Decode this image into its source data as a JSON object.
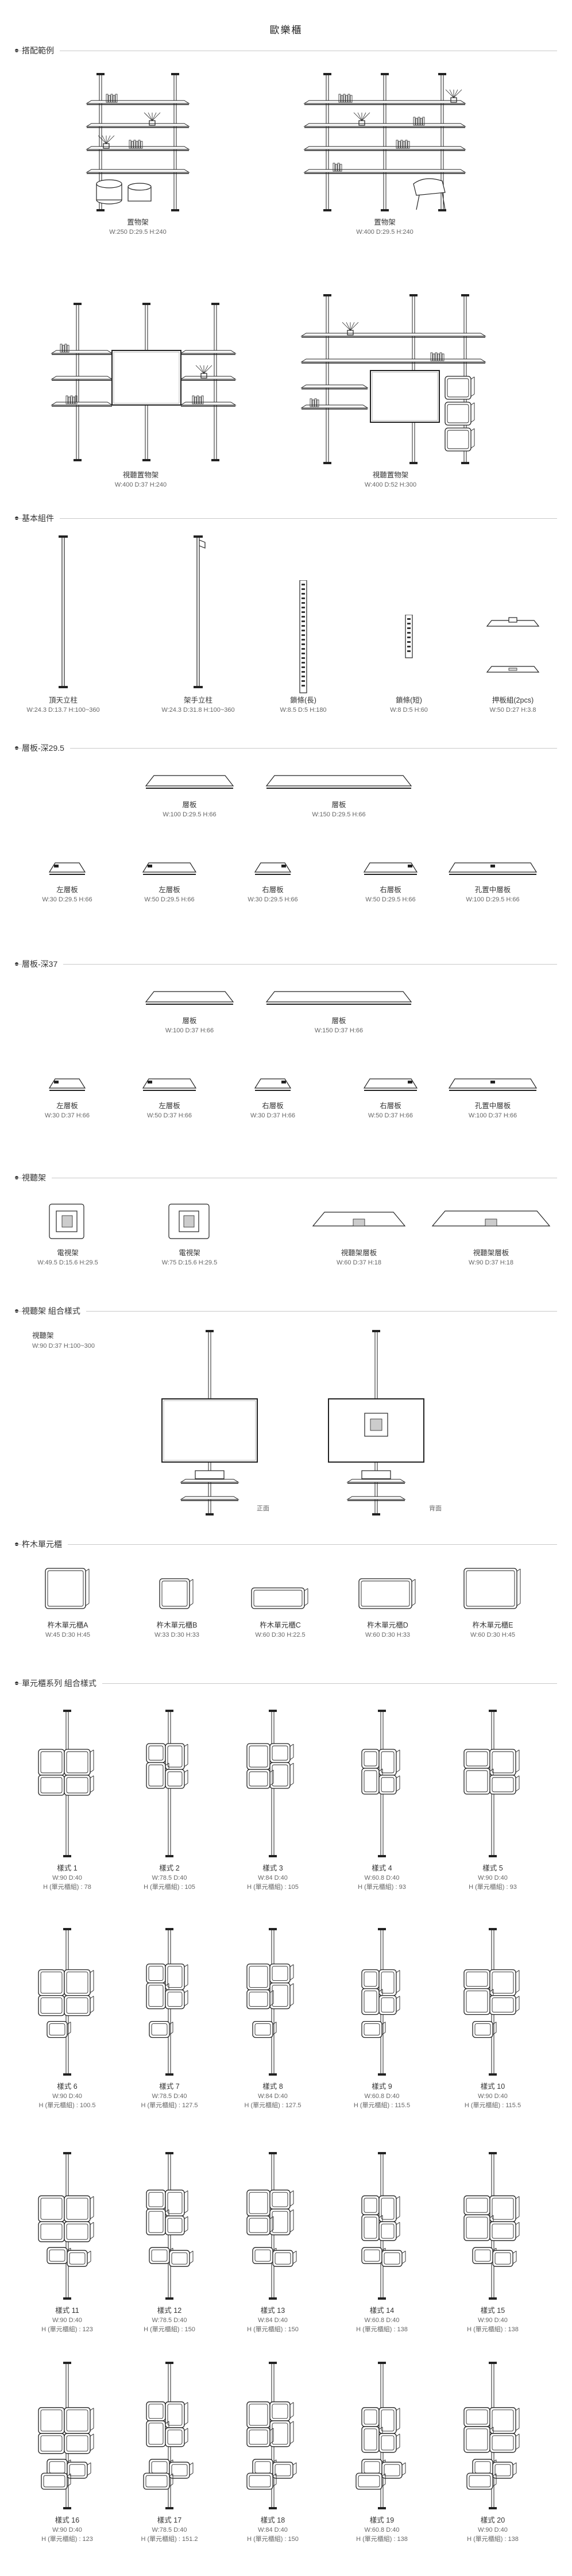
{
  "page_title": "歐樂櫃",
  "sections": {
    "combos": "搭配範例",
    "basics": "基本組件",
    "shelf295": "層板-深29.5",
    "shelf37": "層板-深37",
    "tv": "視聽架",
    "tvcombo": "視聽架  組合樣式",
    "wood": "杵木單元櫃",
    "unitseries": "單元櫃系列  組合樣式"
  },
  "combos": [
    {
      "name": "置物架",
      "dim": "W:250  D:29.5  H:240"
    },
    {
      "name": "置物架",
      "dim": "W:400  D:29.5  H:240"
    },
    {
      "name": "視聽置物架",
      "dim": "W:400  D:37  H:240"
    },
    {
      "name": "視聽置物架",
      "dim": "W:400  D:52  H:300"
    }
  ],
  "basics": [
    {
      "name": "頂天立柱",
      "dim": "W:24.3  D:13.7  H:100~360"
    },
    {
      "name": "架手立柱",
      "dim": "W:24.3  D:31.8  H:100~360"
    },
    {
      "name": "鎖條(長)",
      "dim": "W:8.5  D:5  H:180"
    },
    {
      "name": "鎖條(短)",
      "dim": "W:8  D:5  H:60"
    },
    {
      "name": "押板組(2pcs)",
      "dim": "W:50  D:27  H:3.8"
    }
  ],
  "shelf295": [
    {
      "name": "層板",
      "dim": "W:100  D:29.5  H:66"
    },
    {
      "name": "層板",
      "dim": "W:150  D:29.5  H:66"
    },
    {
      "name": "左層板",
      "dim": "W:30  D:29.5  H:66"
    },
    {
      "name": "左層板",
      "dim": "W:50  D:29.5  H:66"
    },
    {
      "name": "右層板",
      "dim": "W:30  D:29.5  H:66"
    },
    {
      "name": "右層板",
      "dim": "W:50  D:29.5  H:66"
    },
    {
      "name": "孔置中層板",
      "dim": "W:100  D:29.5  H:66"
    }
  ],
  "shelf37": [
    {
      "name": "層板",
      "dim": "W:100  D:37  H:66"
    },
    {
      "name": "層板",
      "dim": "W:150  D:37  H:66"
    },
    {
      "name": "左層板",
      "dim": "W:30  D:37  H:66"
    },
    {
      "name": "左層板",
      "dim": "W:50  D:37  H:66"
    },
    {
      "name": "右層板",
      "dim": "W:30  D:37  H:66"
    },
    {
      "name": "右層板",
      "dim": "W:50  D:37  H:66"
    },
    {
      "name": "孔置中層板",
      "dim": "W:100  D:37  H:66"
    }
  ],
  "tv": [
    {
      "name": "電視架",
      "dim": "W:49.5  D:15.6  H:29.5"
    },
    {
      "name": "電視架",
      "dim": "W:75  D:15.6  H:29.5"
    },
    {
      "name": "視聽架層板",
      "dim": "W:60  D:37  H:18"
    },
    {
      "name": "視聽架層板",
      "dim": "W:90  D:37  H:18"
    }
  ],
  "tvcombo": {
    "name": "視聽架",
    "dim": "W:90  D:37  H:100~300",
    "front": "正面",
    "back": "背面"
  },
  "wood": [
    {
      "name": "杵木單元櫃A",
      "dim": "W:45  D:30  H:45"
    },
    {
      "name": "杵木單元櫃B",
      "dim": "W:33  D:30  H:33"
    },
    {
      "name": "杵木單元櫃C",
      "dim": "W:60  D:30  H:22.5"
    },
    {
      "name": "杵木單元櫃D",
      "dim": "W:60  D:30  H:33"
    },
    {
      "name": "杵木單元櫃E",
      "dim": "W:60  D:30  H:45"
    }
  ],
  "styles": [
    {
      "name": "樣式 1",
      "wd": "W:90  D:40",
      "h": "H (單元櫃組) : 78"
    },
    {
      "name": "樣式 2",
      "wd": "W:78.5  D:40",
      "h": "H (單元櫃組) : 105"
    },
    {
      "name": "樣式 3",
      "wd": "W:84  D:40",
      "h": "H (單元櫃組) : 105"
    },
    {
      "name": "樣式 4",
      "wd": "W:60.8  D:40",
      "h": "H (單元櫃組) : 93"
    },
    {
      "name": "樣式 5",
      "wd": "W:90  D:40",
      "h": "H (單元櫃組) : 93"
    },
    {
      "name": "樣式 6",
      "wd": "W:90  D:40",
      "h": "H (單元櫃組) : 100.5"
    },
    {
      "name": "樣式 7",
      "wd": "W:78.5  D:40",
      "h": "H (單元櫃組) : 127.5"
    },
    {
      "name": "樣式 8",
      "wd": "W:84  D:40",
      "h": "H (單元櫃組) : 127.5"
    },
    {
      "name": "樣式 9",
      "wd": "W:60.8  D:40",
      "h": "H (單元櫃組) : 115.5"
    },
    {
      "name": "樣式 10",
      "wd": "W:90  D:40",
      "h": "H (單元櫃組) : 115.5"
    },
    {
      "name": "樣式 11",
      "wd": "W:90  D:40",
      "h": "H (單元櫃組) : 123"
    },
    {
      "name": "樣式 12",
      "wd": "W:78.5  D:40",
      "h": "H (單元櫃組) : 150"
    },
    {
      "name": "樣式 13",
      "wd": "W:84  D:40",
      "h": "H (單元櫃組) : 150"
    },
    {
      "name": "樣式 14",
      "wd": "W:60.8  D:40",
      "h": "H (單元櫃組) : 138"
    },
    {
      "name": "樣式 15",
      "wd": "W:90  D:40",
      "h": "H (單元櫃組) : 138"
    },
    {
      "name": "樣式 16",
      "wd": "W:90  D:40",
      "h": "H (單元櫃組) : 123"
    },
    {
      "name": "樣式 17",
      "wd": "W:78.5  D:40",
      "h": "H (單元櫃組) : 151.2"
    },
    {
      "name": "樣式 18",
      "wd": "W:84  D:40",
      "h": "H (單元櫃組) : 150"
    },
    {
      "name": "樣式 19",
      "wd": "W:60.8  D:40",
      "h": "H (單元櫃組) : 138"
    },
    {
      "name": "樣式 20",
      "wd": "W:90  D:40",
      "h": "H (單元櫃組) : 138"
    }
  ]
}
